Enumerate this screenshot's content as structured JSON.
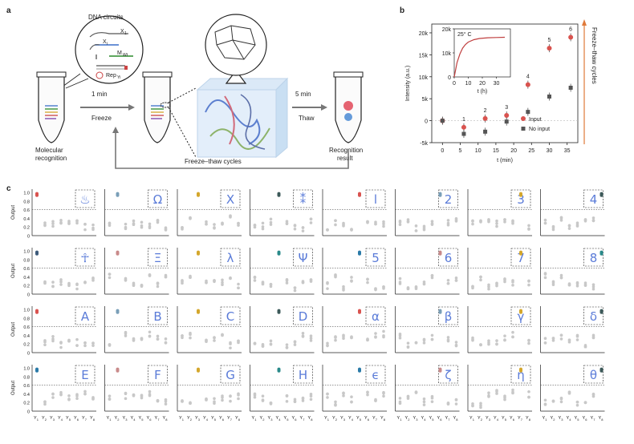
{
  "panel_a": {
    "letter": "a",
    "dna_circuits": "DNA circuits",
    "x1": "X",
    "x1_sub": "1",
    "xi": "X",
    "xi_sub": "i",
    "mwt": "M",
    "mwt_sub": "Wt",
    "rep": "Rep",
    "rep_sub": "Yi",
    "molecular_recognition_1": "Molecular",
    "molecular_recognition_2": "recognition",
    "step1_time": "1 min",
    "step1_label": "Freeze",
    "step2_time": "5 min",
    "step2_label": "Thaw",
    "cycles_label": "Freeze–thaw cycles",
    "result_1": "Recognition",
    "result_2": "result"
  },
  "panel_b": {
    "letter": "b",
    "side_label": "Freeze–thaw cycles",
    "colors": {
      "input": "#d9534f",
      "no_input": "#555555"
    }
  },
  "panel_c": {
    "letter": "c",
    "y_label": "Output",
    "y_ticks": [
      "1.0",
      "0.8",
      "0.6",
      "0.4",
      "0.2",
      "0"
    ],
    "x_tick_label": "Y",
    "x_tick_subs": [
      "1",
      "2",
      "3",
      "4",
      "5",
      "6",
      "7",
      "8"
    ],
    "threshold": 0.6,
    "glyphs": [
      "♨",
      "Ω",
      "X",
      "⁑",
      "l",
      "2",
      "3",
      "4",
      "☥",
      "Ξ",
      "λ",
      "Ψ",
      "5",
      "6",
      "7",
      "8",
      "A",
      "B",
      "C",
      "D",
      "α",
      "β",
      "γ",
      "δ",
      "E",
      "F",
      "G",
      "H",
      "ϵ",
      "ζ",
      "η",
      "θ"
    ],
    "highlight_colors": [
      "#d9534f",
      "#7a9fb8",
      "#d4a72c",
      "#3d5a5a",
      "#d9534f",
      "#7a9fb8",
      "#d4a72c",
      "#3d5a5a",
      "#3d5a7a",
      "#c98a8a",
      "#d4a72c",
      "#2a8a8a",
      "#2a7aa8",
      "#c98a8a",
      "#d4a72c",
      "#2a8a8a",
      "#d9534f",
      "#7a9fb8",
      "#d4a72c",
      "#3d5a5a",
      "#d9534f",
      "#7a9fb8",
      "#d4a72c",
      "#3d5a5a",
      "#2a7aa8",
      "#c98a8a",
      "#d4a72c",
      "#2a8a8a",
      "#2a7aa8",
      "#c98a8a",
      "#d4a72c",
      "#3d5a5a"
    ]
  },
  "chart_data": [
    {
      "type": "scatter",
      "title": "",
      "xlabel": "t (min)",
      "ylabel": "Intensity (a.u.)",
      "xlim": [
        -3,
        38
      ],
      "ylim": [
        -5000,
        22000
      ],
      "x_ticks": [
        0,
        5,
        10,
        15,
        20,
        25,
        30,
        35
      ],
      "y_ticks": [
        -5000,
        0,
        5000,
        10000,
        15000,
        20000
      ],
      "y_tick_labels": [
        "-5k",
        "0",
        "5k",
        "10k",
        "15k",
        "20k"
      ],
      "legend": "bottom-right",
      "series": [
        {
          "name": "Input",
          "x": [
            0,
            6,
            12,
            18,
            24,
            30,
            36
          ],
          "y": [
            0,
            -1500,
            500,
            1200,
            8200,
            16500,
            19000
          ]
        },
        {
          "name": "No input",
          "x": [
            0,
            6,
            12,
            18,
            24,
            30,
            36
          ],
          "y": [
            0,
            -3000,
            -2500,
            -200,
            2000,
            5500,
            7500
          ]
        }
      ],
      "annotations": [
        "1",
        "2",
        "3",
        "4",
        "5",
        "6"
      ]
    },
    {
      "type": "line",
      "title": "25° C",
      "xlabel": "t (h)",
      "ylabel": "",
      "xlim": [
        0,
        40
      ],
      "ylim": [
        0,
        20000
      ],
      "x_ticks": [
        0,
        10,
        20,
        30
      ],
      "y_ticks": [
        0,
        10000,
        20000
      ],
      "y_tick_labels": [
        "0",
        "10k",
        "20k"
      ],
      "series": [
        {
          "name": "",
          "x": [
            0,
            2,
            4,
            6,
            8,
            10,
            14,
            18,
            24,
            30,
            36
          ],
          "y": [
            0,
            6000,
            9500,
            12000,
            13500,
            14500,
            15500,
            16000,
            16300,
            16400,
            16500
          ]
        }
      ]
    }
  ]
}
